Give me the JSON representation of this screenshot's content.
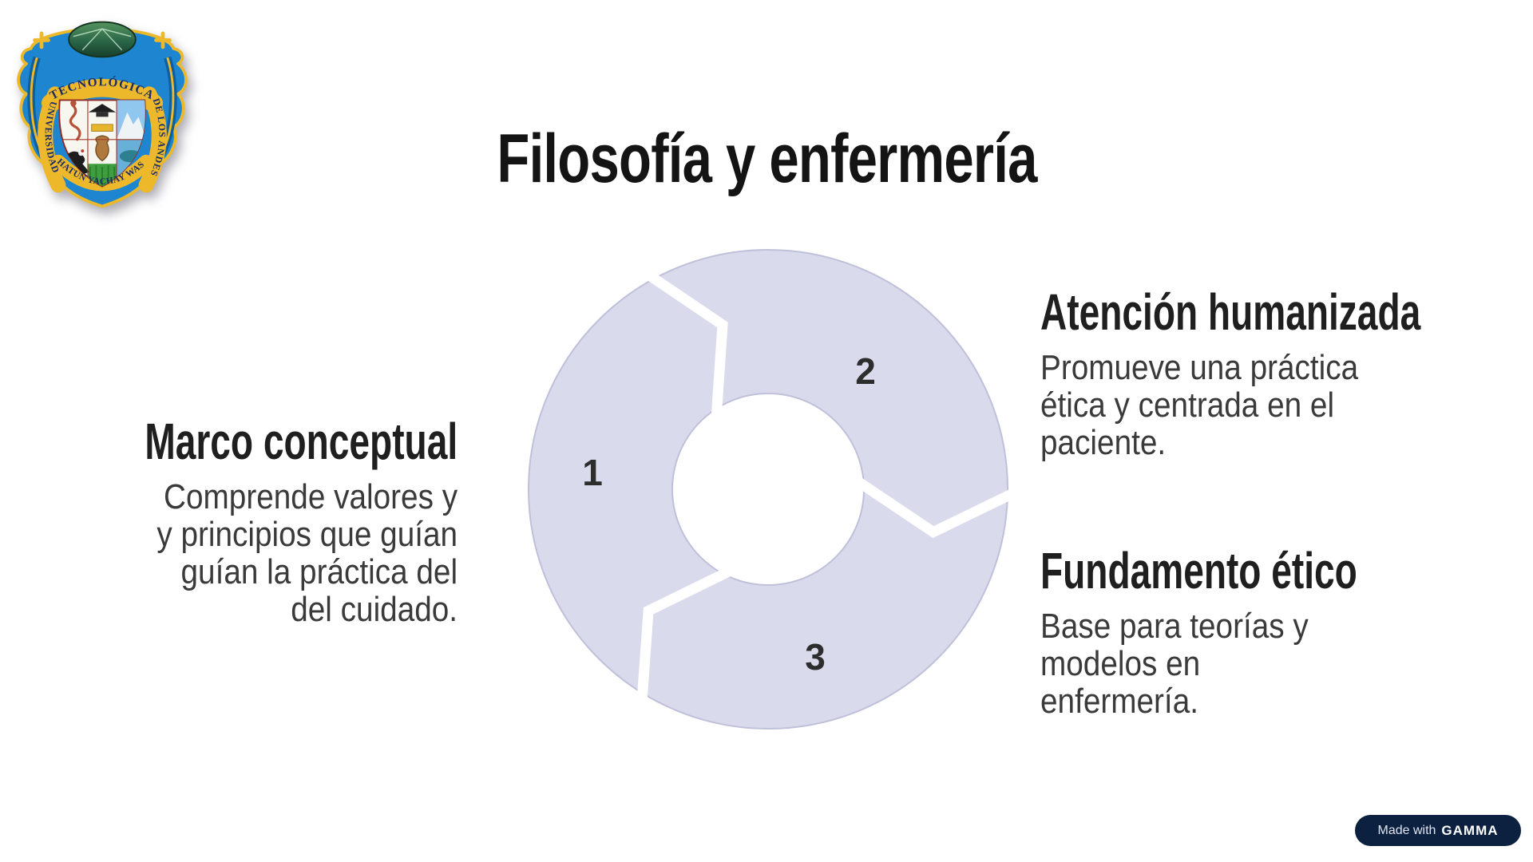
{
  "slide": {
    "title": "Filosofía y enfermería",
    "background_color": "#ffffff"
  },
  "logo": {
    "institution": "Universidad Tecnológica de los Andes",
    "arc_top_text": "TECNOLÓGICA",
    "left_text": "UNIVERSIDAD",
    "right_text": "DE LOS ANDES",
    "bottom_text": "HATUN YACHAY WASI",
    "colors": {
      "blue": "#1E86D0",
      "gold": "#EDB92A",
      "navy": "#1A2B66",
      "stone_green": "#2E6B47",
      "shield_bg": "#F7F6EF"
    }
  },
  "diagram": {
    "type": "cycle-donut",
    "fill_color": "#D9DAEB",
    "border_color": "#BFC0DA",
    "number_color": "#2d2d2d",
    "segments": [
      {
        "number": "1",
        "label": "Marco conceptual"
      },
      {
        "number": "2",
        "label": "Atención humanizada"
      },
      {
        "number": "3",
        "label": "Fundamento ético"
      }
    ]
  },
  "blocks": {
    "left": {
      "heading": "Marco conceptual",
      "body": "Comprende valores y\ny principios que guían\nguían la práctica del\ndel cuidado."
    },
    "right_top": {
      "heading": "Atención humanizada",
      "body": "Promueve una práctica\nética y centrada en el\npaciente."
    },
    "right_bottom": {
      "heading": "Fundamento ético",
      "body": "Base para teorías y\nmodelos en\nenfermería."
    }
  },
  "badge": {
    "prefix": "Made with",
    "brand": "GAMMA"
  }
}
